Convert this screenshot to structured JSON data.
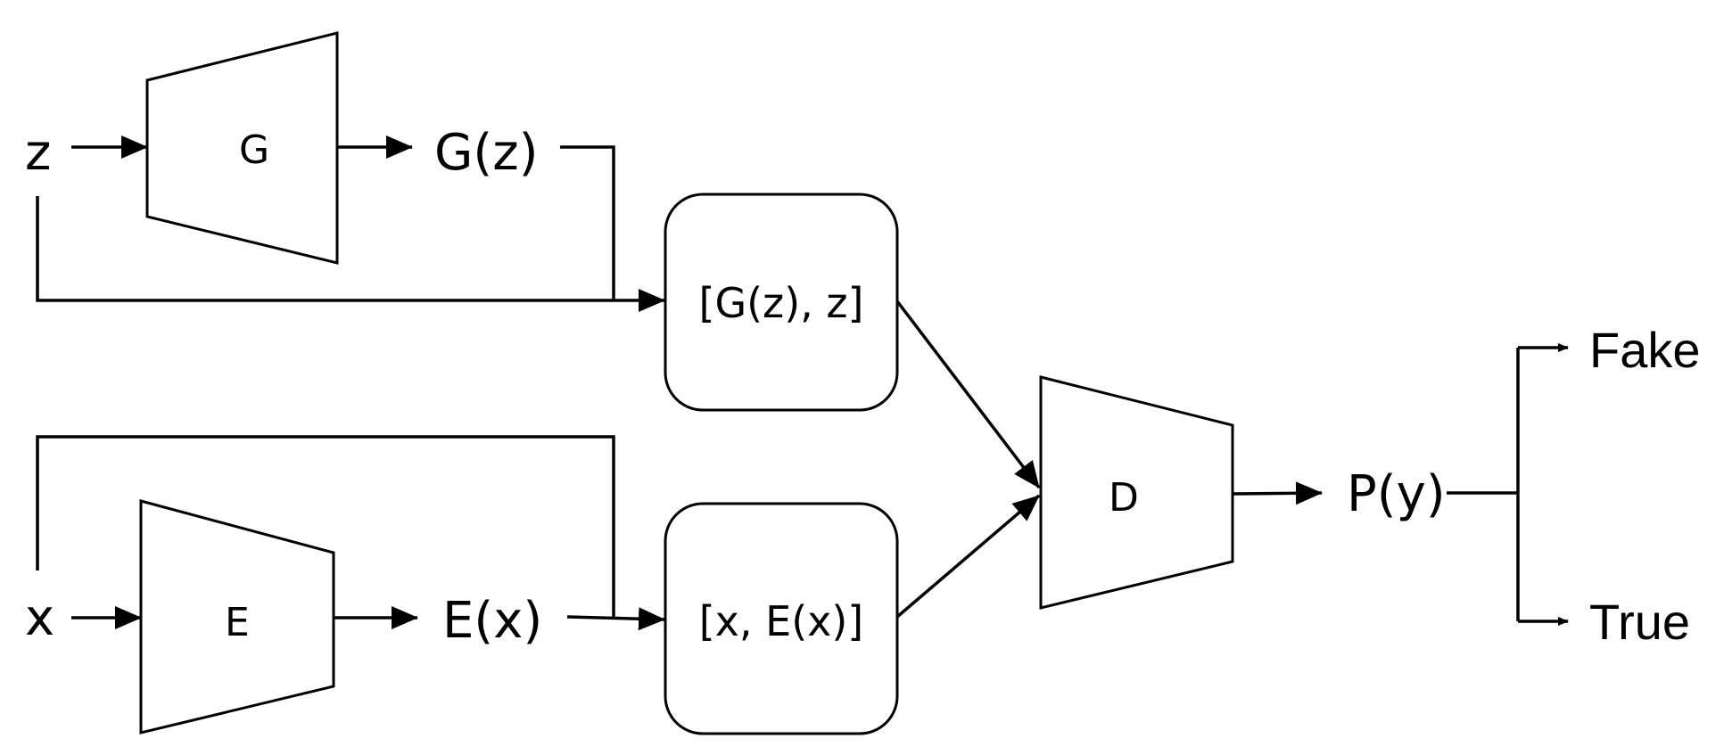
{
  "nodes": {
    "z": "z",
    "x": "x",
    "generator": "G",
    "encoder": "E",
    "discriminator": "D",
    "gz": "G(z)",
    "ex": "E(x)",
    "pair_fake": "[G(z), z]",
    "pair_real": "[x, E(x)]",
    "py": "P(y)"
  },
  "outputs": {
    "fake": "Fake",
    "true": "True"
  }
}
